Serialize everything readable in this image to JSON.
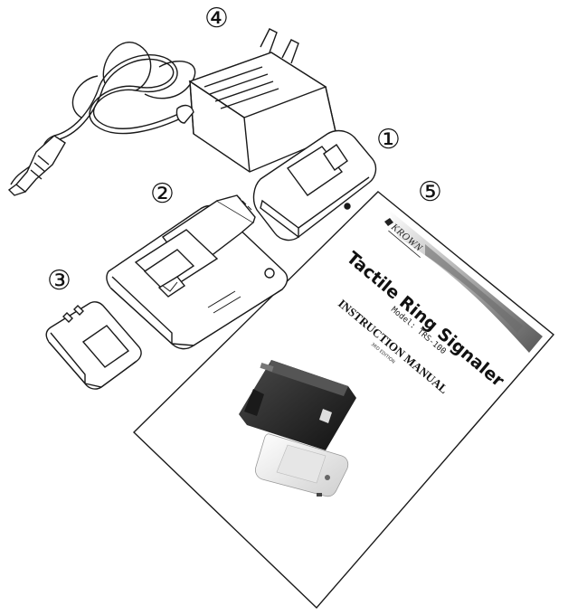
{
  "callouts": {
    "item1": "①",
    "item2": "②",
    "item3": "③",
    "item4": "④",
    "item5": "⑤"
  },
  "manual": {
    "brand": "KROWN",
    "title": "Tactile Ring Signaler",
    "model": "Model: TRS-100",
    "subtitle": "INSTRUCTION MANUAL",
    "edition": "3RD EDITION"
  },
  "colors": {
    "line": "#1a1a1a",
    "dark_device": "#2b2b2b",
    "white_device": "#f2f2f2"
  }
}
